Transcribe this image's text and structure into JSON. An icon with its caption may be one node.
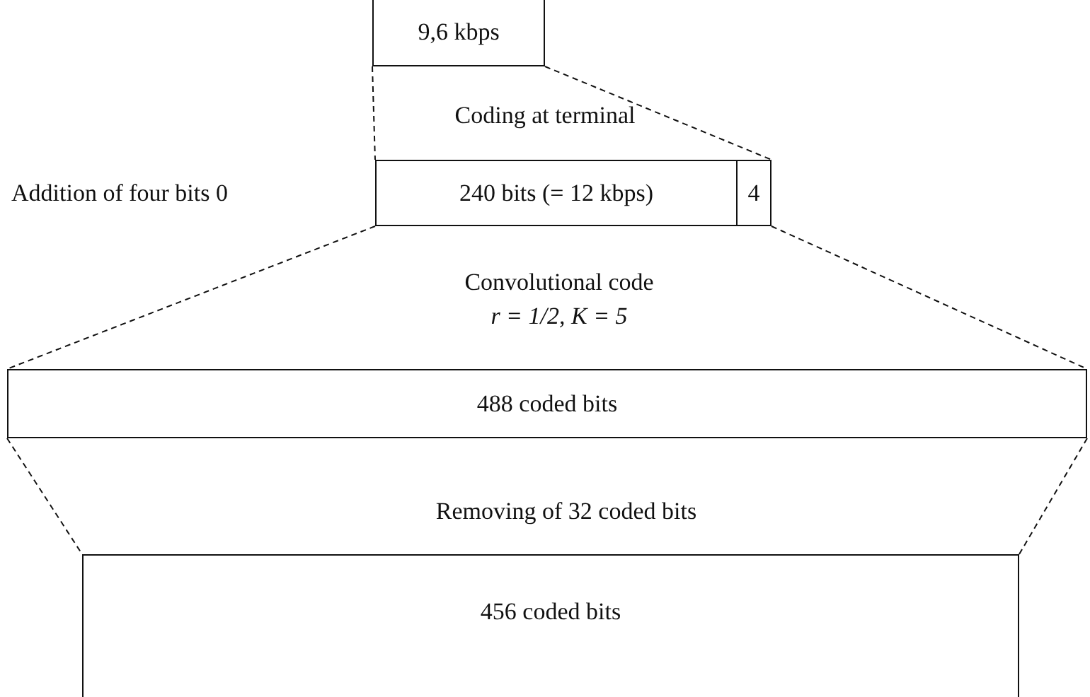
{
  "diagram": {
    "nodes": [
      {
        "text": [
          "9,6 kbps"
        ]
      },
      {
        "text": [
          "240 bits (= 12 kbps)"
        ]
      },
      {
        "text": [
          "4"
        ]
      },
      {
        "text": [
          "488 coded bits"
        ]
      },
      {
        "text": [
          "456 coded bits"
        ]
      }
    ],
    "edges": [
      {
        "from": 0,
        "to": 1,
        "arrow": "none",
        "style": "dashed"
      },
      {
        "from": 0,
        "to": 2,
        "arrow": "none",
        "style": "dashed"
      },
      {
        "from": 1,
        "to": 3,
        "arrow": "none",
        "style": "dashed"
      },
      {
        "from": 2,
        "to": 3,
        "arrow": "none",
        "style": "dashed"
      },
      {
        "from": 3,
        "to": 4,
        "arrow": "none",
        "style": "dashed"
      },
      {
        "from": 3,
        "to": 4,
        "arrow": "none",
        "style": "dashed"
      }
    ],
    "labels": [
      "Coding at terminal",
      "Addition of four bits 0",
      "Convolutional code",
      "r = 1/2, K = 5",
      "Removing of 32 coded bits"
    ]
  }
}
